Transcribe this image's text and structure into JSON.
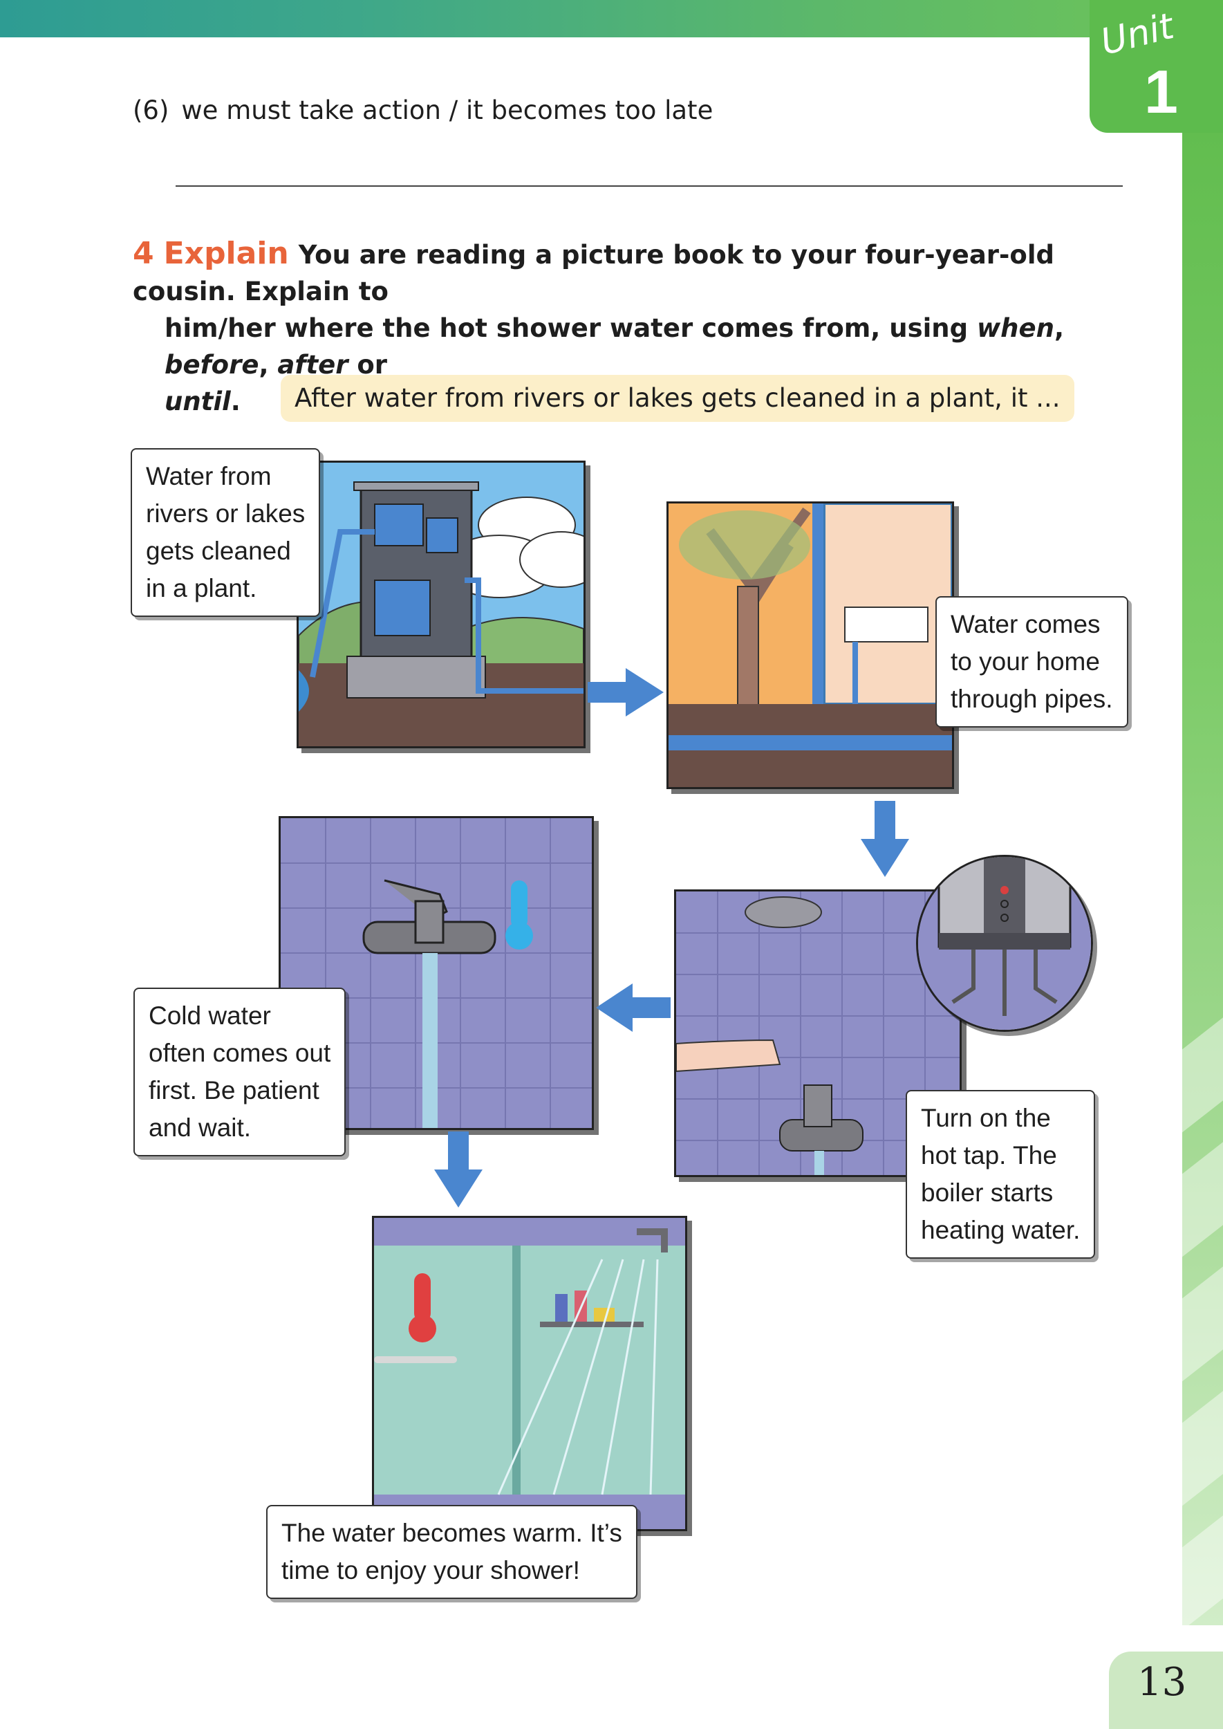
{
  "header": {
    "unit_word": "Unit",
    "unit_number": "1"
  },
  "question6": {
    "number": "(6)",
    "text": "we must take action / it becomes too late"
  },
  "task": {
    "number": "4",
    "verb": "Explain",
    "line1": "You are reading a picture book to your four-year-old cousin. Explain to",
    "line2_a": "him/her where the hot shower water comes from, using ",
    "w_when": "when",
    "sep1": ", ",
    "w_before": "before",
    "sep2": ", ",
    "w_after": "after",
    "sep3": " or",
    "w_until": "until",
    "end": "."
  },
  "example": "After water from rivers or lakes gets cleaned in a plant, it ...",
  "captions": {
    "step1": [
      "Water from",
      "rivers or lakes",
      "gets cleaned",
      "in a plant."
    ],
    "step2": [
      "Water comes",
      "to your home",
      "through pipes."
    ],
    "step3": [
      "Turn on the",
      "hot tap. The",
      "boiler starts",
      "heating water."
    ],
    "step4": [
      "Cold water",
      "often comes out",
      "first. Be patient",
      "and wait."
    ],
    "step5": [
      "The water becomes warm. It’s",
      "time to enjoy your shower!"
    ]
  },
  "page_number": "13",
  "colors": {
    "accent_orange": "#e8643a",
    "brand_green": "#5dbb4d",
    "arrow_blue": "#4a86cf",
    "tile_purple": "#8f8fc7",
    "example_bg": "#fcefc9"
  }
}
